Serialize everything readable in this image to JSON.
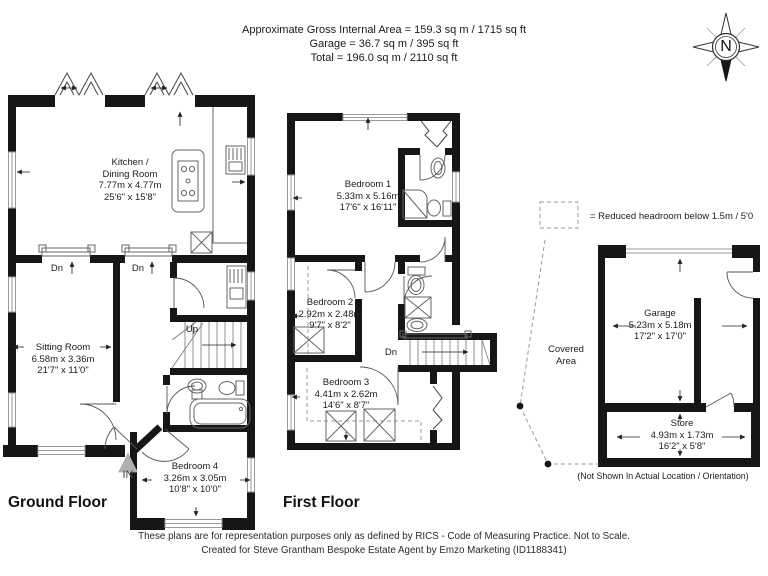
{
  "header": {
    "line1": "Approximate Gross Internal Area = 159.3 sq m / 1715 sq ft",
    "line2": "Garage = 36.7 sq m / 395 sq ft",
    "line3": "Total = 196.0 sq m / 2110 sq ft"
  },
  "compass": {
    "label": "N"
  },
  "ground_floor": {
    "title": "Ground Floor",
    "kitchen": {
      "name_line1": "Kitchen /",
      "name_line2": "Dining Room",
      "metric": "7.77m x 4.77m",
      "imperial": "25'6\" x 15'8\""
    },
    "sitting_room": {
      "name": "Sitting Room",
      "metric": "6.58m x 3.36m",
      "imperial": "21'7\" x 11'0\""
    },
    "bedroom4": {
      "name": "Bedroom 4",
      "metric": "3.26m x 3.05m",
      "imperial": "10'8\" x 10'0\""
    },
    "labels": {
      "dn1": "Dn",
      "dn2": "Dn",
      "up": "Up",
      "entrance": "IN"
    }
  },
  "first_floor": {
    "title": "First Floor",
    "bedroom1": {
      "name": "Bedroom 1",
      "metric": "5.33m x 5.16m",
      "imperial": "17'6\" x 16'11\""
    },
    "bedroom2": {
      "name": "Bedroom 2",
      "metric": "2.92m x 2.48m",
      "imperial": "9'7\" x 8'2\""
    },
    "bedroom3": {
      "name": "Bedroom 3",
      "metric": "4.41m x 2.62m",
      "imperial": "14'6\" x 8'7\""
    },
    "labels": {
      "dn": "Dn"
    }
  },
  "outbuilding": {
    "garage": {
      "name": "Garage",
      "metric": "5.23m x 5.18m",
      "imperial": "17'2\" x 17'0\""
    },
    "store": {
      "name": "Store",
      "metric": "4.93m x 1.73m",
      "imperial": "16'2\" x 5'8\""
    },
    "covered_area": {
      "line1": "Covered",
      "line2": "Area"
    },
    "note": "(Not Shown In Actual Location / Orientation)"
  },
  "legend": {
    "text": "= Reduced headroom below 1.5m / 5'0"
  },
  "footer": {
    "line1": "These plans are for representation purposes only as defined by RICS - Code of Measuring Practice. Not to Scale.",
    "line2": "Created for Steve Grantham Bespoke Estate Agent by Emzo Marketing (ID1188341)"
  },
  "colors": {
    "wall": "#161616",
    "window": "#999999",
    "dashed": "#9a9a9a"
  }
}
